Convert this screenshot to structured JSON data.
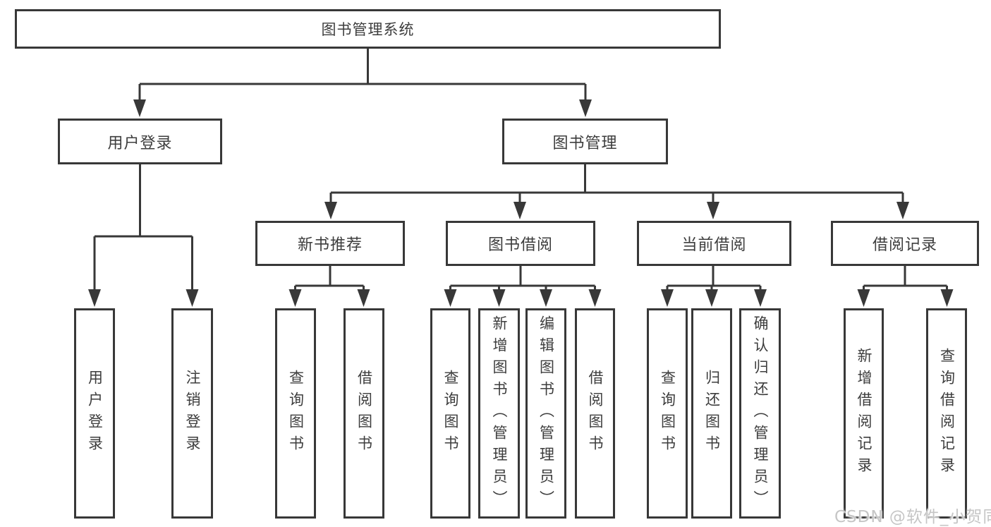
{
  "tree": {
    "root": "图书管理系统",
    "branches": [
      {
        "label": "用户登录",
        "children": [
          "用户登录",
          "注销登录"
        ]
      },
      {
        "label": "图书管理",
        "sections": [
          {
            "label": "新书推荐",
            "children": [
              "查询图书",
              "借阅图书"
            ]
          },
          {
            "label": "图书借阅",
            "children": [
              "查询图书",
              "新增图书（管理员）",
              "编辑图书（管理员）",
              "借阅图书"
            ]
          },
          {
            "label": "当前借阅",
            "children": [
              "查询图书",
              "归还图书",
              "确认归还（管理员）"
            ]
          },
          {
            "label": "借阅记录",
            "children": [
              "新增借阅记录",
              "查询借阅记录"
            ]
          }
        ]
      }
    ]
  },
  "watermark": "CSDN @软件_小贺同学",
  "colors": {
    "line": "#383838",
    "text": "#3d3d3d",
    "watermark": "#c6c6c6"
  }
}
